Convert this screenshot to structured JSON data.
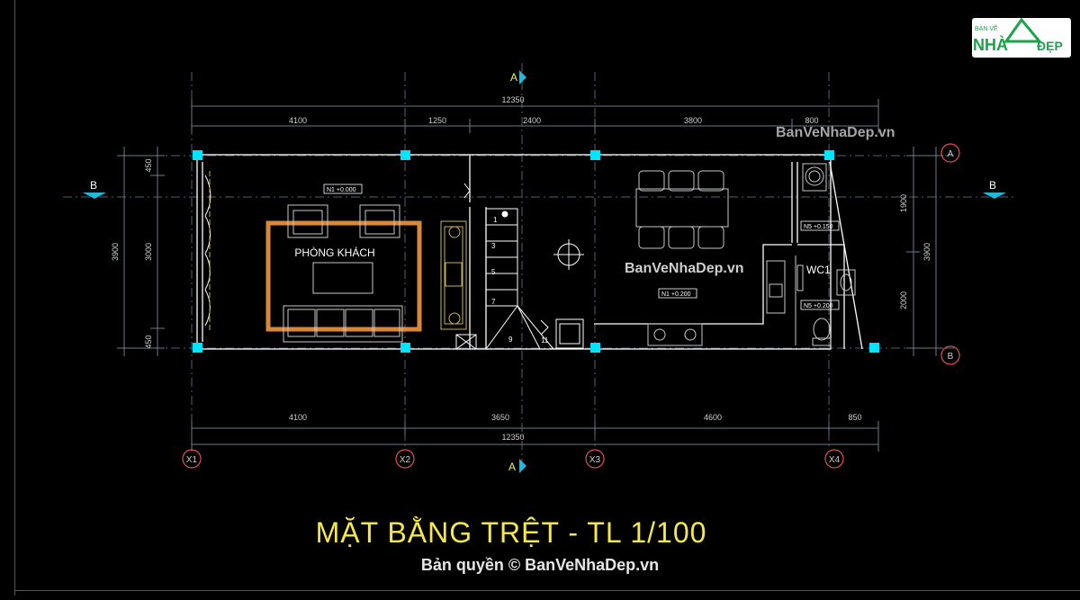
{
  "logo": {
    "top": "BẢN VẼ",
    "nha": "NHÀ",
    "dep": "ĐẸP"
  },
  "watermarks": [
    "BanVeNhaDep.vn",
    "BanVeNhaDep.vn"
  ],
  "copyright": "Bản quyền © BanVeNhaDep.vn",
  "title": "MẶT BẰNG TRỆT - TL 1/100",
  "section_marks": {
    "a": "A",
    "b": "B"
  },
  "grid_axes": {
    "rows": [
      "A",
      "B"
    ],
    "cols": [
      "X1",
      "X2",
      "X3",
      "X4"
    ]
  },
  "dims_top": {
    "total": "12350",
    "segments": [
      "4100",
      "1250",
      "2400",
      "3800",
      "800"
    ]
  },
  "dims_bottom": {
    "total": "12350",
    "segments": [
      "4100",
      "3650",
      "4600",
      "850"
    ]
  },
  "dims_left": {
    "total": "3900",
    "segments": [
      "450",
      "3000",
      "450"
    ]
  },
  "dims_right": {
    "total": "3900",
    "segments": [
      "1900",
      "2000"
    ]
  },
  "rooms": {
    "living": "PHÒNG KHÁCH",
    "wc": "WC1"
  },
  "level_tags": [
    "N1 +0.000",
    "N1 +0.200",
    "N5 +0.150",
    "N5 +0.200"
  ],
  "stair_steps": [
    "1",
    "3",
    "5",
    "7",
    "9",
    "11"
  ],
  "colors": {
    "background": "#000000",
    "wall": "#ffffff",
    "column": "#00e5ff",
    "dimension": "#6f7a8a",
    "title": "#f5e84a",
    "axis_circle": "#e05050",
    "furniture": "#c9c9c9",
    "sofa": "#d9883a"
  }
}
